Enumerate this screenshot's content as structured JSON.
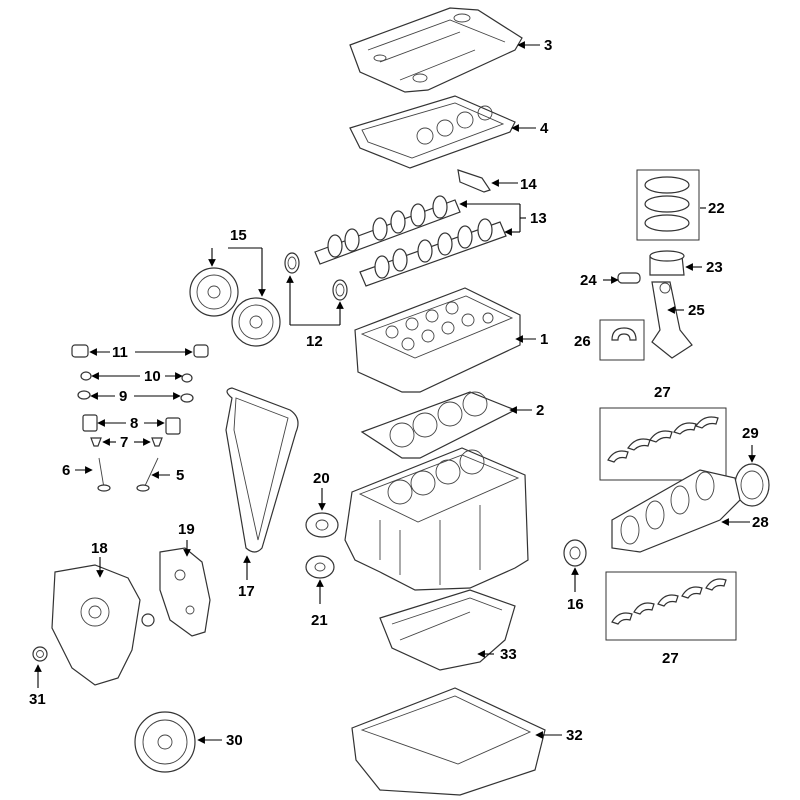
{
  "diagram": {
    "callouts": {
      "c1": "1",
      "c2": "2",
      "c3": "3",
      "c4": "4",
      "c5": "5",
      "c6": "6",
      "c7": "7",
      "c8": "8",
      "c9": "9",
      "c10": "10",
      "c11": "11",
      "c12": "12",
      "c13": "13",
      "c14": "14",
      "c15": "15",
      "c16": "16",
      "c17": "17",
      "c18": "18",
      "c19": "19",
      "c20": "20",
      "c21": "21",
      "c22": "22",
      "c23": "23",
      "c24": "24",
      "c25": "25",
      "c26": "26",
      "c27a": "27",
      "c27b": "27",
      "c28": "28",
      "c29": "29",
      "c30": "30",
      "c31": "31",
      "c32": "32",
      "c33": "33"
    }
  }
}
